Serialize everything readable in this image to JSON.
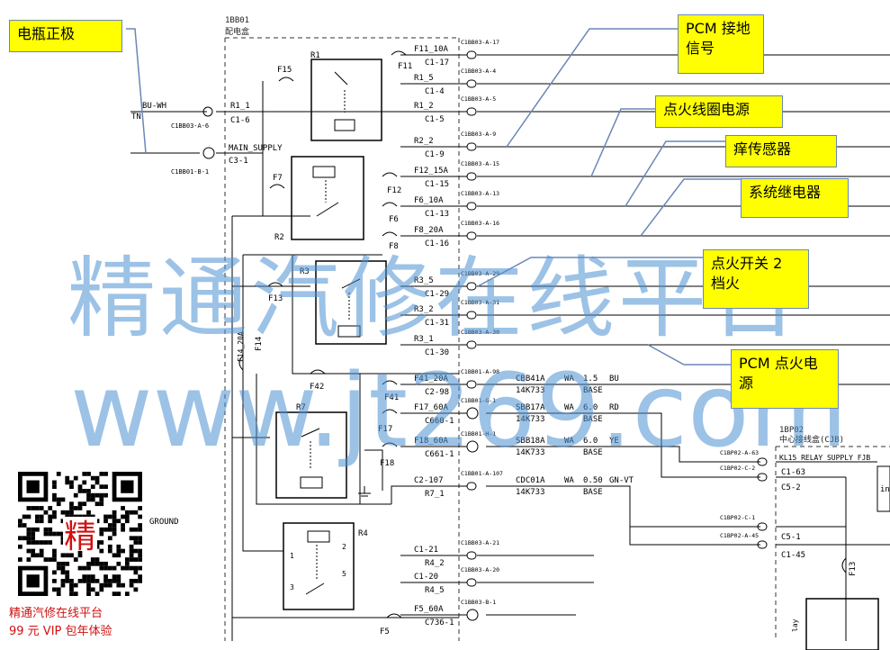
{
  "callouts": {
    "battery_positive": "电瓶正极",
    "pcm_ground_signal": "PCM 接地信号",
    "ignition_coil_power": "点火线圈电源",
    "itch_sensor": "痒传感器",
    "system_relay": "系统继电器",
    "ignition_switch_2": "点火开关 2 档火",
    "pcm_ignition_power": "PCM 点火电源"
  },
  "watermark": {
    "chinese": "精通汽修在线平台",
    "url": "www.jt269.com"
  },
  "qr": {
    "center_char": "精",
    "caption_line1": "精通汽修在线平台",
    "caption_line2": "99 元 VIP 包年体验"
  },
  "diagram": {
    "box1_id": "1BB01",
    "box1_name": "配电盒",
    "box2_id": "1BP02",
    "box2_name": "中心接线盒(CJB)",
    "relays": [
      "R1",
      "R2",
      "R3",
      "R7",
      "R4"
    ],
    "fuses": [
      "F15",
      "F7",
      "F13",
      "F14",
      "F42",
      "F41",
      "F17",
      "F18",
      "F11",
      "F12",
      "F6",
      "F8",
      "F5",
      "F13"
    ],
    "left_labels": {
      "bu_wh": "BU-WH",
      "tn": "TN",
      "r1_1": "R1_1",
      "c1_6": "C1-6",
      "c1bb03_a6": "C1BB03-A-6",
      "main_supply": "MAIN_SUPPLY",
      "c3_1": "C3-1",
      "c1bb01_b1": "C1BB01-B-1",
      "f14_20a": "F14_20A",
      "ground": "GROUND"
    },
    "pins": [
      {
        "name": "F11_10A",
        "cav": "C1-17",
        "conn": "C1BB03-A-17"
      },
      {
        "name": "R1_5",
        "cav": "C1-4",
        "conn": "C1BB03-A-4"
      },
      {
        "name": "R1_2",
        "cav": "C1-5",
        "conn": "C1BB03-A-5"
      },
      {
        "name": "R2_2",
        "cav": "C1-9",
        "conn": "C1BB03-A-9"
      },
      {
        "name": "F12_15A",
        "cav": "C1-15",
        "conn": "C1BB03-A-15"
      },
      {
        "name": "F6_10A",
        "cav": "C1-13",
        "conn": "C1BB03-A-13"
      },
      {
        "name": "F8_20A",
        "cav": "C1-16",
        "conn": "C1BB03-A-16"
      },
      {
        "name": "R3_5",
        "cav": "C1-29",
        "conn": "C1BB03-A-29"
      },
      {
        "name": "R3_2",
        "cav": "C1-31",
        "conn": "C1BB03-A-31"
      },
      {
        "name": "R3_1",
        "cav": "C1-30",
        "conn": "C1BB03-A-30"
      },
      {
        "name": "F41_20A",
        "cav": "C2-98",
        "conn": "C1BB01-A-98"
      },
      {
        "name": "F17_60A",
        "cav": "C660-1",
        "conn": "C1BB01-G-1"
      },
      {
        "name": "F18_60A",
        "cav": "C661-1",
        "conn": "C1BB01-H-1"
      },
      {
        "name": "C2-107",
        "cav": "R7_1",
        "conn": "C1BB01-A-107"
      },
      {
        "name": "C1-21",
        "cav": "R4_2",
        "conn": "C1BB03-A-21"
      },
      {
        "name": "C1-20",
        "cav": "R4_5",
        "conn": "C1BB03-A-20"
      },
      {
        "name": "F5_60A",
        "cav": "C736-1",
        "conn": "C1BB03-B-1"
      }
    ],
    "wires": [
      {
        "code": "CBB41A",
        "color": "WA",
        "size": "1.5",
        "col": "BU",
        "spec": "14K733",
        "base": "BASE"
      },
      {
        "code": "SBB17A",
        "color": "WA",
        "size": "6.0",
        "col": "RD",
        "spec": "14K733",
        "base": "BASE"
      },
      {
        "code": "SBB18A",
        "color": "WA",
        "size": "6.0",
        "col": "YE",
        "spec": "14K733",
        "base": "BASE"
      },
      {
        "code": "CDC01A",
        "color": "WA",
        "size": "0.50",
        "col": "GN-VT",
        "spec": "14K733",
        "base": "BASE"
      }
    ],
    "cjb_pins": [
      {
        "conn": "C1BP02-A-63",
        "cav": "C1-63"
      },
      {
        "conn": "C1BP02-C-2",
        "cav": "C5-2"
      },
      {
        "conn": "C1BP02-C-1",
        "cav": "C5-1"
      },
      {
        "conn": "C1BP02-A-45",
        "cav": "C1-45"
      }
    ],
    "kl15_label": "KL15 RELAY SUPPLY FJB",
    "right_label_in": "in",
    "right_label_relay": "lay",
    "relay_pins_r4": [
      "3",
      "1",
      "2",
      "5"
    ]
  }
}
